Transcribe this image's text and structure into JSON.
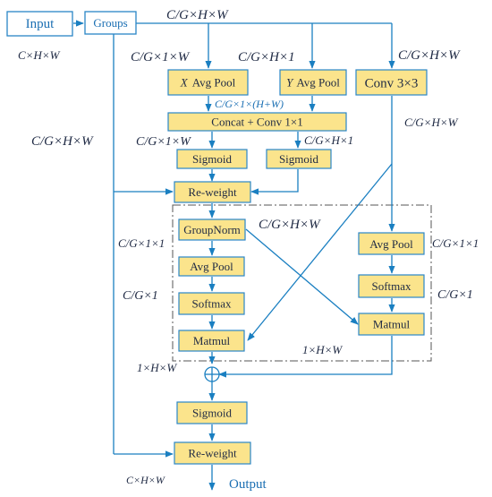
{
  "colors": {
    "line": "#1a7fc1",
    "box_fill": "#fbe48c",
    "box_stroke": "#2a86c7",
    "text": "#1f2a44",
    "blue_text": "#1b6fb3",
    "dash": "#555555"
  },
  "boxes": {
    "input": "Input",
    "groups": "Groups",
    "x_avg_pool_var": "X",
    "x_avg_pool_rest": "Avg Pool",
    "y_avg_pool_var": "Y",
    "y_avg_pool_rest": "Avg Pool",
    "conv3": "Conv 3×3",
    "concat": "Concat + Conv 1×1",
    "sigmoid_left": "Sigmoid",
    "sigmoid_right": "Sigmoid",
    "reweight_top": "Re-weight",
    "groupnorm": "GroupNorm",
    "avgpool_left": "Avg Pool",
    "softmax_left": "Softmax",
    "matmul_left": "Matmul",
    "avgpool_right": "Avg Pool",
    "softmax_right": "Softmax",
    "matmul_right": "Matmul",
    "sigmoid_bottom": "Sigmoid",
    "reweight_bottom": "Re-weight",
    "output": "Output"
  },
  "labels": {
    "groups_out": "C/G×H×W",
    "input_dims": "C×H×W",
    "xpool_in": "C/G×1×W",
    "ypool_in": "C/G×H×1",
    "conv_in": "C/G×H×W",
    "concat_in": "C/G×1×(H+W)",
    "left_bypass": "C/G×H×W",
    "sig_left_dims": "C/G×1×W",
    "sig_right_dims": "C/G×H×1",
    "conv_out": "C/G×H×W",
    "gn_out": "C/G×H×W",
    "gn_pool_dims": "C/G×1×1",
    "right_pool_dims": "C/G×1×1",
    "softmax_left_dims": "C/G×1",
    "softmax_right_dims": "C/G×1",
    "matmul_right_dims": "1×H×W",
    "matmul_left_dims": "1×H×W",
    "output_dims": "C×H×W"
  }
}
